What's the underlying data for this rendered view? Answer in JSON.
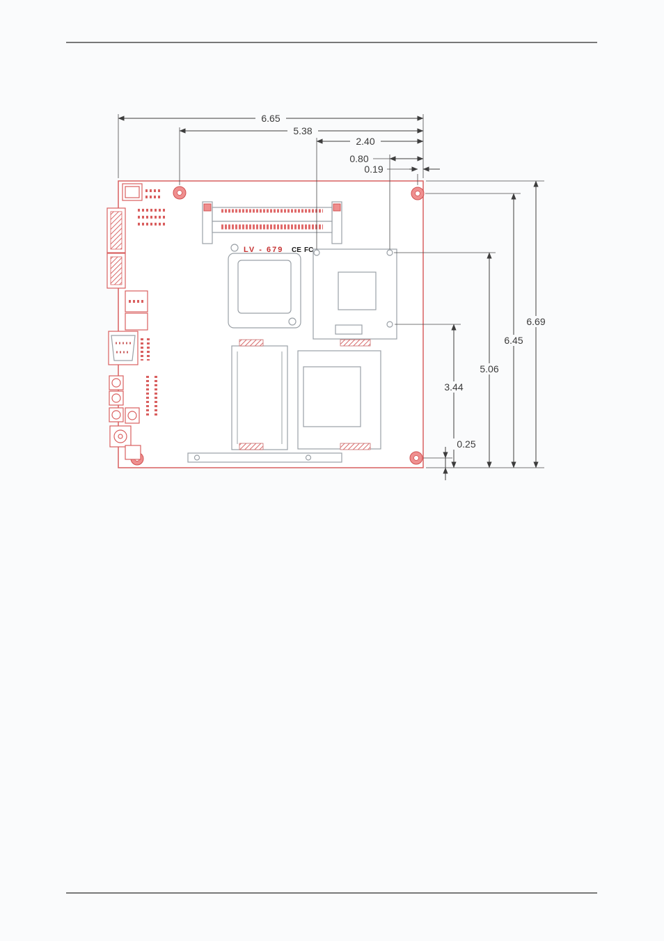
{
  "document": {
    "board_silkscreen": "LV - 679",
    "ce_mark": "CE",
    "fcc_mark": "FC"
  },
  "dimensions": {
    "horizontal": [
      "6.65",
      "5.38",
      "2.40",
      "0.80",
      "0.19"
    ],
    "vertical": [
      "6.69",
      "6.45",
      "5.06",
      "3.44",
      "0.25"
    ]
  },
  "colors": {
    "board_outline": "#d86060",
    "connector_red": "#d95f5f",
    "component_gray": "#9aa0a6",
    "dimension_line": "#3d3d3d",
    "page_background": "#fafbfc"
  }
}
